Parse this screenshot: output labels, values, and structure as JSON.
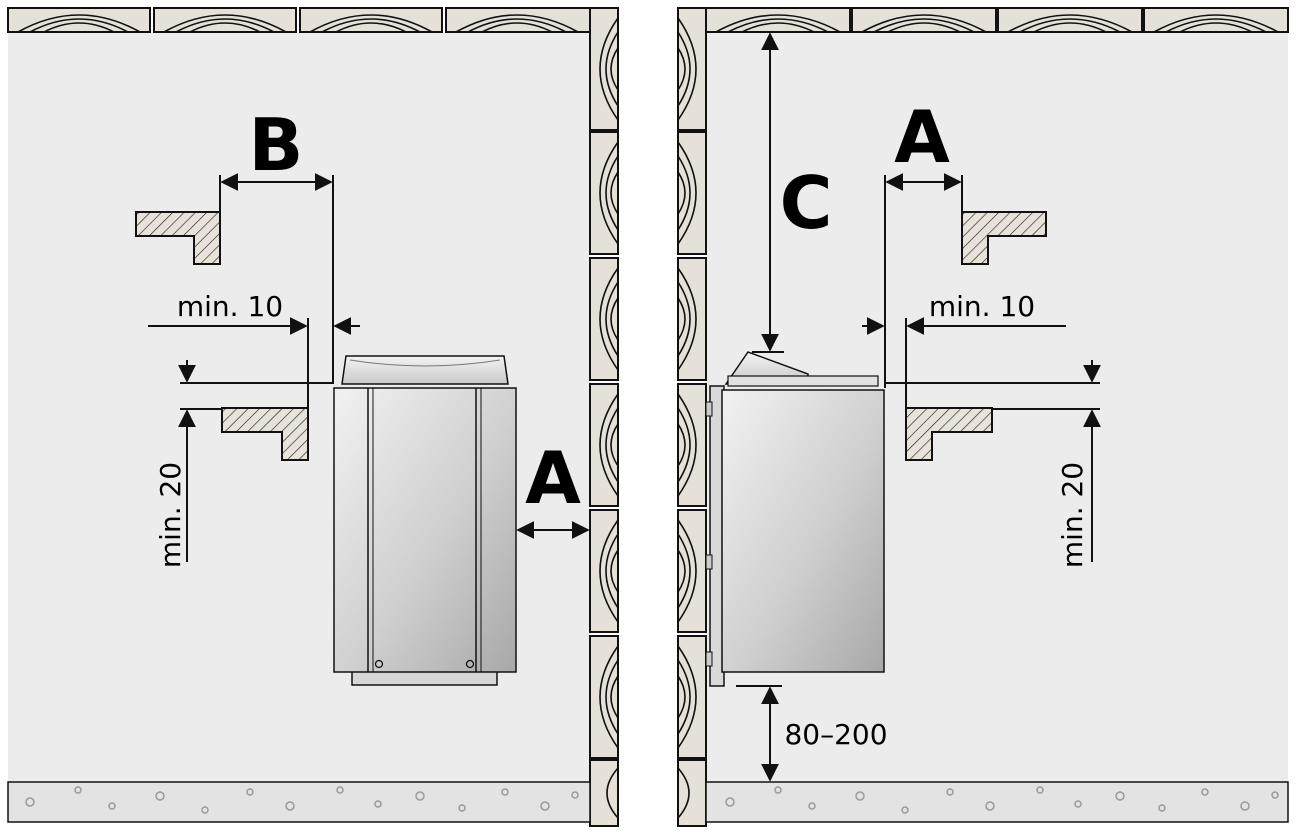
{
  "left_view": {
    "label_b": "B",
    "label_a": "A",
    "min_horizontal": "min. 10",
    "min_vertical": "min. 20"
  },
  "right_view": {
    "label_a": "A",
    "label_c": "C",
    "min_horizontal": "min. 10",
    "min_vertical": "min. 20",
    "floor_distance": "80–200"
  },
  "colors": {
    "room_fill": "#ececec",
    "wood_fill": "#e6e1d8",
    "floor_fill": "#e3e3e3",
    "stroke": "#111111"
  }
}
